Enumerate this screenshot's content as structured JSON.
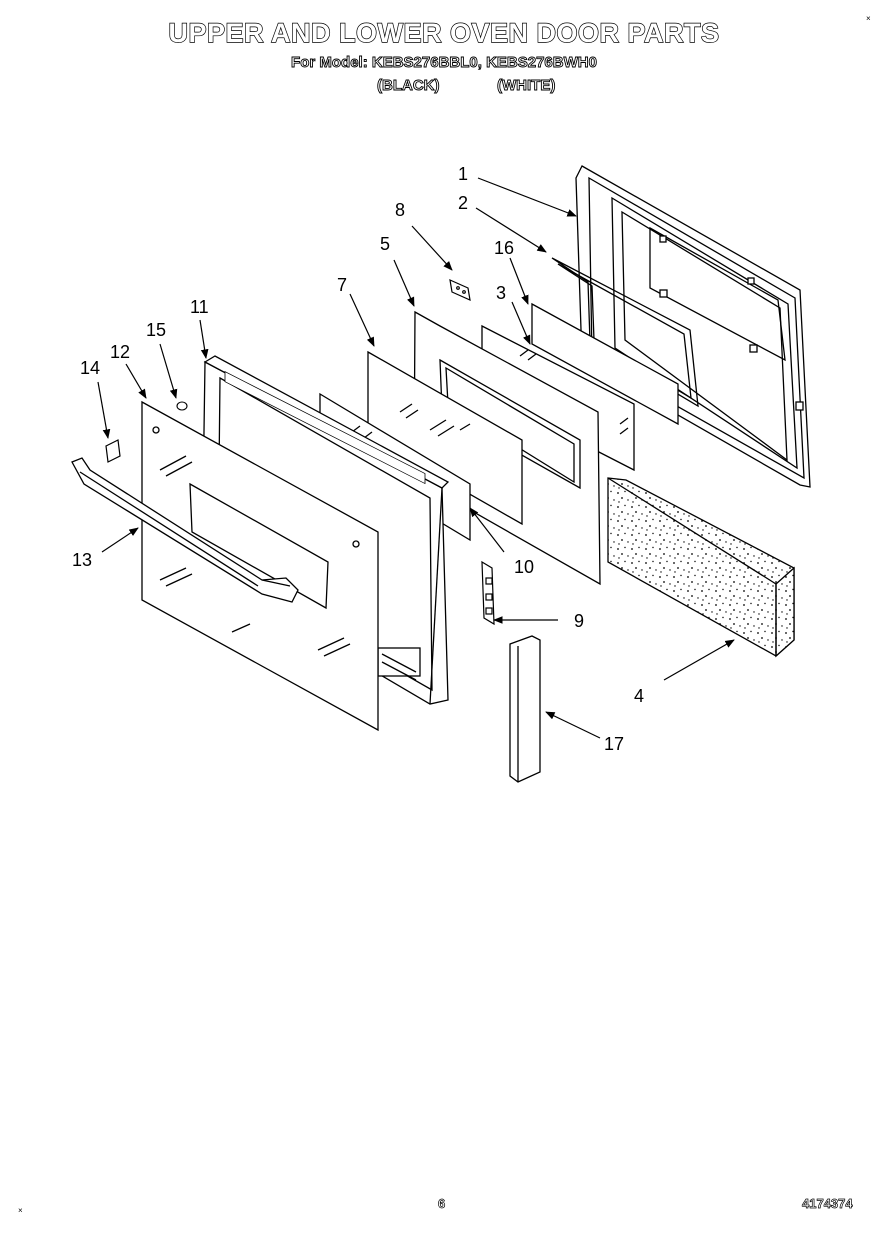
{
  "header": {
    "title": "UPPER AND LOWER OVEN DOOR PARTS",
    "subtitle": "For Model: KEBS276BBL0, KEBS276BWH0",
    "variant_black": "(BLACK)",
    "variant_white": "(WHITE)"
  },
  "callouts": [
    "1",
    "2",
    "3",
    "4",
    "5",
    "7",
    "8",
    "9",
    "10",
    "11",
    "12",
    "13",
    "14",
    "15",
    "16",
    "17"
  ],
  "footer": {
    "page_number": "6",
    "doc_number": "4174374"
  },
  "marks": {
    "corner": "×"
  }
}
